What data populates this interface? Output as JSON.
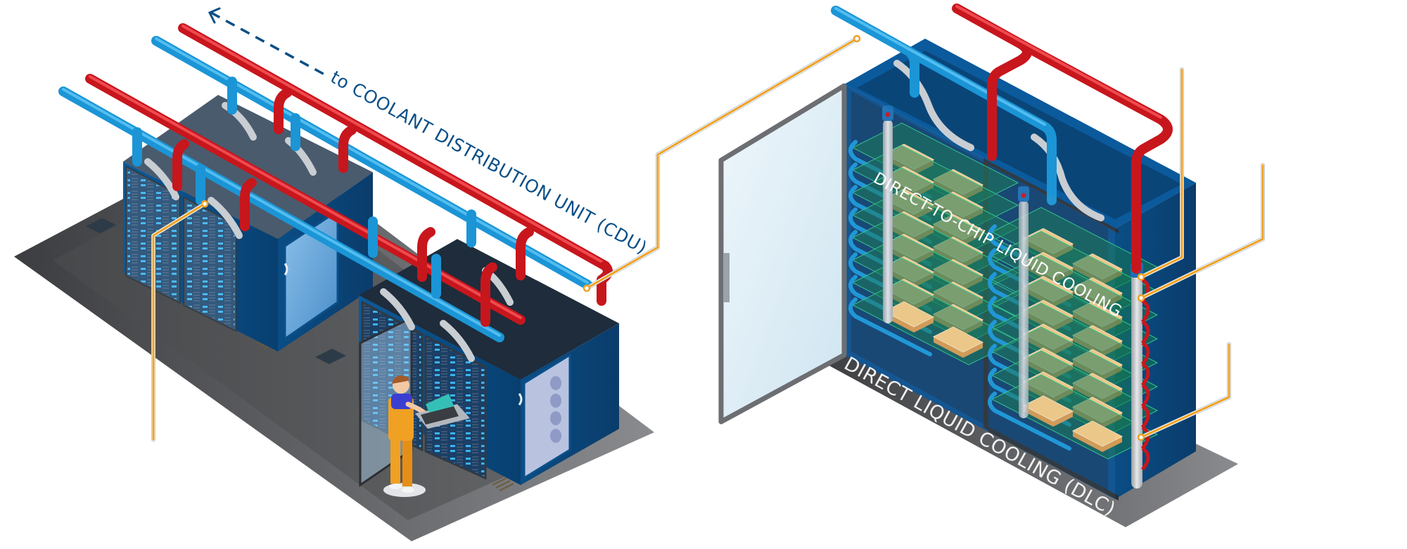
{
  "figure": {
    "title": "Data center direct liquid cooling illustration",
    "labels": {
      "cdu": "to COOLANT DISTRIBUTION UNIT (CDU)",
      "direct_to_chip": "DIRECT-TO-CHIP LIQUID COOLING",
      "dlc": "DIRECT LIQUID COOLING (DLC)"
    },
    "callouts": [
      {
        "id": "callout-rack-cable",
        "text": ""
      },
      {
        "id": "callout-row-end",
        "text": ""
      },
      {
        "id": "callout-supply-manifold",
        "text": ""
      },
      {
        "id": "callout-return-manifold-top",
        "text": ""
      },
      {
        "id": "callout-return-manifold-mid",
        "text": ""
      },
      {
        "id": "callout-return-manifold-low",
        "text": ""
      }
    ],
    "colors": {
      "cold_pipe": "#1b95d6",
      "hot_pipe": "#c8161d",
      "rack": "#0b4f8a",
      "rack_dark": "#083a66",
      "floor": "#5a5b5e",
      "leader": "#f0a022",
      "cold_plate": "#f6c983",
      "circuit_board": "#16785a",
      "label_dark": "#0a4f86"
    }
  }
}
